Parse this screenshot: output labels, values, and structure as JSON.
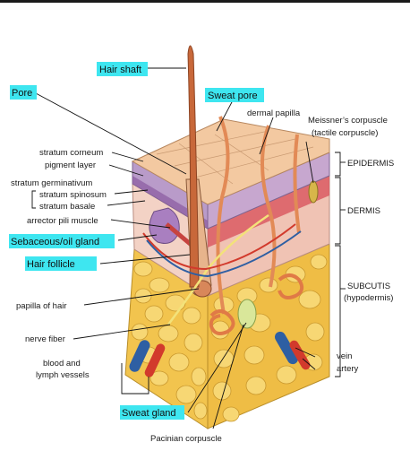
{
  "highlighted_labels": {
    "hair_shaft": "Hair shaft",
    "pore": "Pore",
    "sweat_pore": "Sweat pore",
    "sebaceous_gland": "Sebaceous/oil gland",
    "hair_follicle": "Hair follicle",
    "sweat_gland": "Sweat gland"
  },
  "labels": {
    "dermal_papilla": "dermal papilla",
    "meissner_line1": "Meissner’s corpuscle",
    "meissner_line2": "(tactile corpuscle)",
    "stratum_corneum": "stratum corneum",
    "pigment_layer": "pigment layer",
    "stratum_germinativum": "stratum germinativum",
    "stratum_spinosum": "stratum spinosum",
    "stratum_basale": "stratum basale",
    "arrector_pili": "arrector pili muscle",
    "papilla_of_hair": "papilla of hair",
    "nerve_fiber": "nerve fiber",
    "blood_vessels_line1": "blood and",
    "blood_vessels_line2": "lymph vessels",
    "vein": "vein",
    "artery": "artery",
    "pacinian": "Pacinian corpuscle"
  },
  "layers": {
    "epidermis": "EPIDERMIS",
    "dermis": "DERMIS",
    "subcutis_line1": "SUBCUTIS",
    "subcutis_line2": "(hypodermis)"
  },
  "colors": {
    "highlight": "#3ee6f0",
    "skin_surface": "#f3c9a1",
    "epidermis": "#b79ac6",
    "dermis": "#f2cfc2",
    "fat": "#f2c44e",
    "hair": "#c8683a",
    "vein": "#2e5fa3",
    "artery": "#d23a2c"
  }
}
